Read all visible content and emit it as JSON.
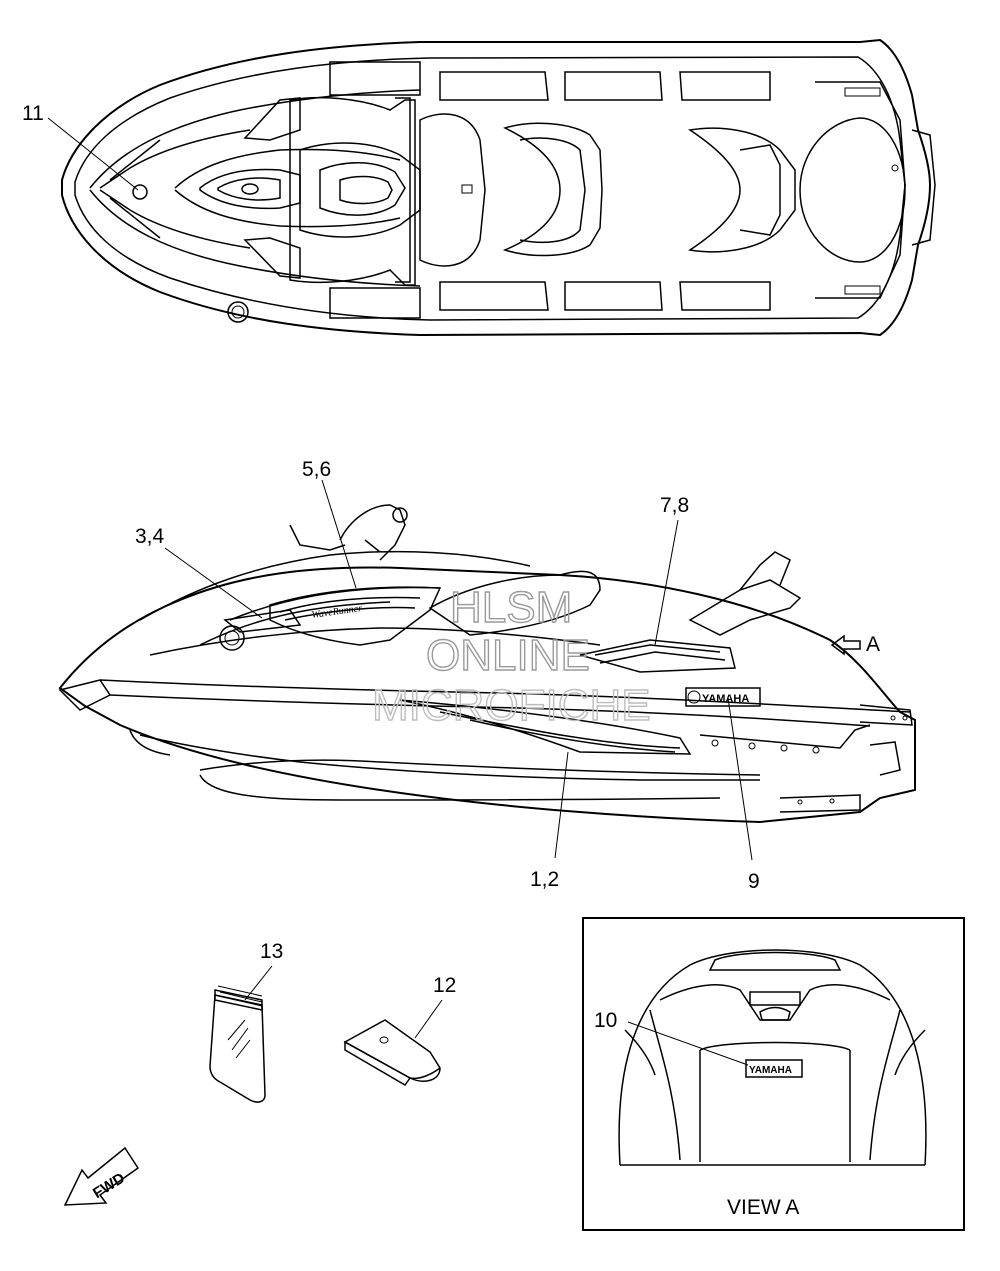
{
  "callouts": {
    "c11": "11",
    "c5_6": "5,6",
    "c3_4": "3,4",
    "c7_8": "7,8",
    "c1_2": "1,2",
    "c9": "9",
    "c13": "13",
    "c12": "12",
    "c10": "10"
  },
  "view_arrow_label": "A",
  "view_box_title": "VIEW A",
  "fwd_label": "FWD",
  "decals": {
    "brand_side": "YAMAHA",
    "brand_rear": "YAMAHA",
    "model_script": "WaveRunner"
  },
  "watermark": {
    "line1": "HLSM",
    "line2": "ONLINE",
    "line3": "MICROFICHE",
    "color": "#9a9a9a"
  }
}
